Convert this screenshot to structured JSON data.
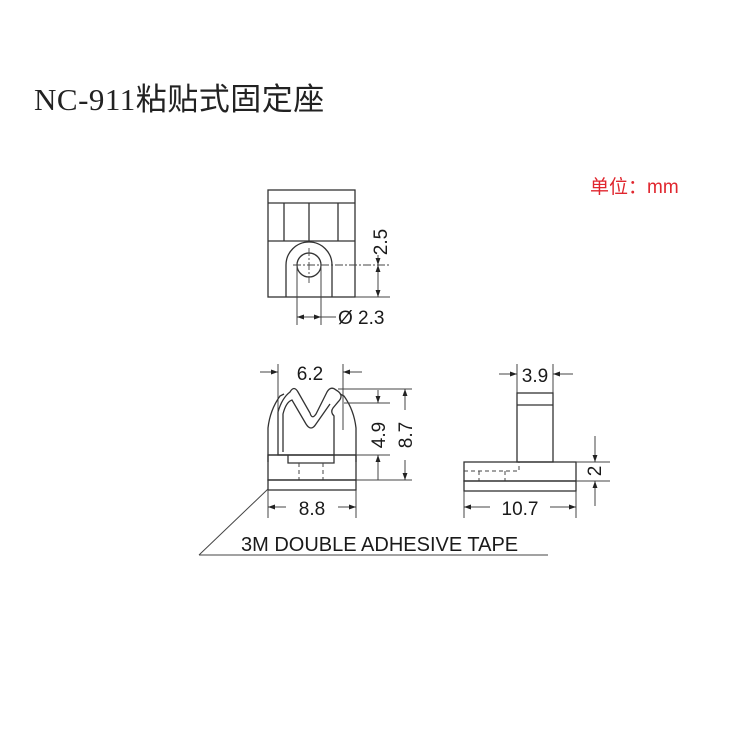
{
  "header": {
    "title": "NC-911粘贴式固定座",
    "unit_label": "单位：mm",
    "unit_color": "#e0262e"
  },
  "views": {
    "top_view": {
      "dimensions": {
        "height_offset": "2.5",
        "hole_diameter": "Ø 2.3"
      }
    },
    "front_view": {
      "dimensions": {
        "top_width": "6.2",
        "inner_height": "4.9",
        "total_height": "8.7",
        "base_width": "8.8"
      }
    },
    "side_view": {
      "dimensions": {
        "post_width": "3.9",
        "base_height": "2",
        "base_width": "10.7"
      }
    }
  },
  "annotation": {
    "tape_label": "3M DOUBLE ADHESIVE TAPE"
  }
}
